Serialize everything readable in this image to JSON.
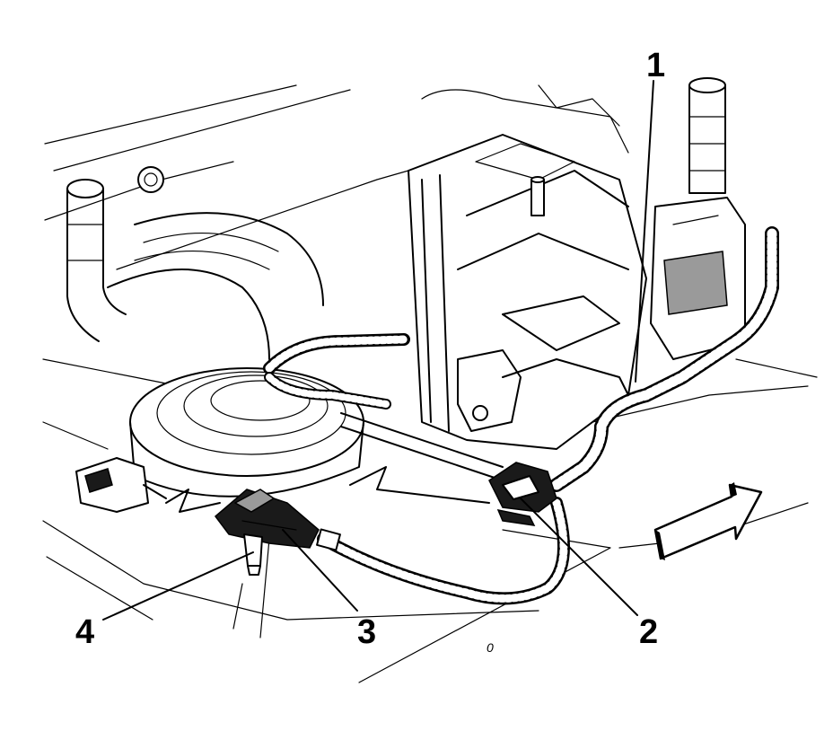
{
  "figure": {
    "callouts": [
      {
        "id": "1",
        "label": "1"
      },
      {
        "id": "2",
        "label": "2"
      },
      {
        "id": "3",
        "label": "3"
      },
      {
        "id": "4",
        "label": "4"
      }
    ],
    "reference_mark": "0",
    "direction_arrow_icon": "forward-arrow-icon"
  }
}
